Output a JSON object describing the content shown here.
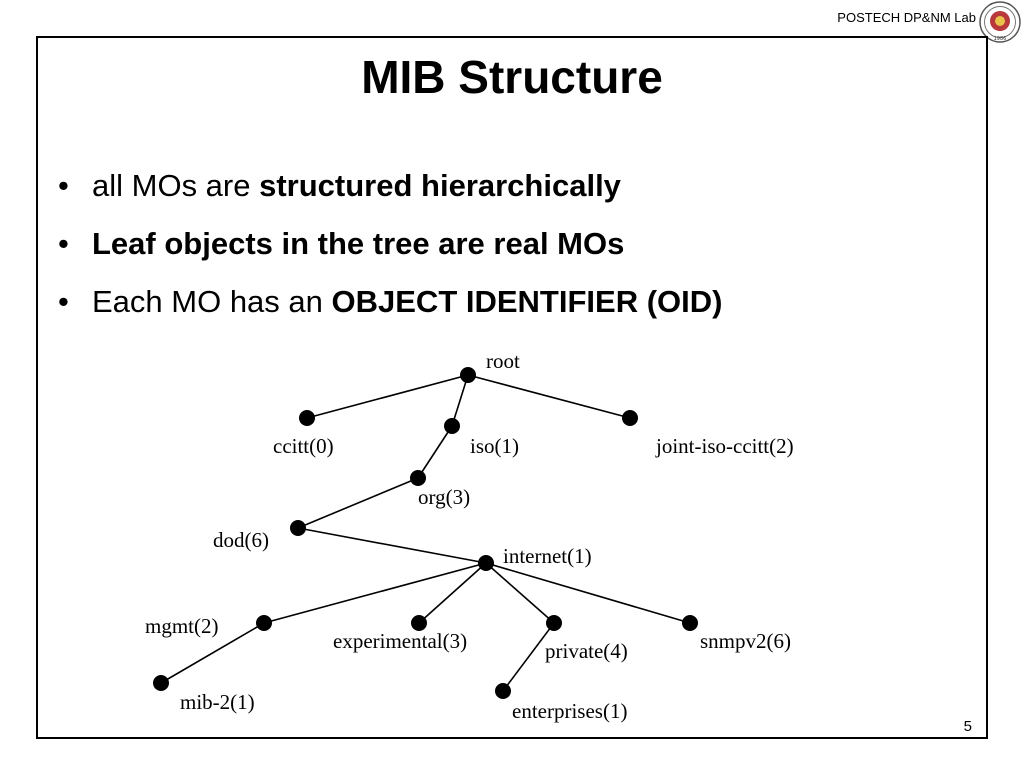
{
  "header": {
    "lab_name": "POSTECH DP&NM Lab",
    "logo_text": "1986"
  },
  "slide": {
    "title": "MIB Structure",
    "bullet_glyph": "•",
    "bullets": [
      {
        "normal": "all MOs are ",
        "bold": "structured hierarchically"
      },
      {
        "normal": "",
        "bold": "Leaf objects in the tree are real MOs"
      },
      {
        "normal": "Each MO has an ",
        "bold": "OBJECT IDENTIFIER (OID)"
      }
    ],
    "page_number": "5"
  },
  "tree": {
    "nodes": [
      {
        "id": "root",
        "label": "root"
      },
      {
        "id": "ccitt",
        "label": "ccitt(0)"
      },
      {
        "id": "iso",
        "label": "iso(1)"
      },
      {
        "id": "joint",
        "label": "joint-iso-ccitt(2)"
      },
      {
        "id": "org",
        "label": "org(3)"
      },
      {
        "id": "dod",
        "label": "dod(6)"
      },
      {
        "id": "internet",
        "label": "internet(1)"
      },
      {
        "id": "mgmt",
        "label": "mgmt(2)"
      },
      {
        "id": "experimental",
        "label": "experimental(3)"
      },
      {
        "id": "private",
        "label": "private(4)"
      },
      {
        "id": "snmpv2",
        "label": "snmpv2(6)"
      },
      {
        "id": "mib2",
        "label": "mib-2(1)"
      },
      {
        "id": "enterprises",
        "label": "enterprises(1)"
      }
    ],
    "edges": [
      [
        "root",
        "ccitt"
      ],
      [
        "root",
        "iso"
      ],
      [
        "root",
        "joint"
      ],
      [
        "iso",
        "org"
      ],
      [
        "org",
        "dod"
      ],
      [
        "dod",
        "internet"
      ],
      [
        "internet",
        "mgmt"
      ],
      [
        "internet",
        "experimental"
      ],
      [
        "internet",
        "private"
      ],
      [
        "internet",
        "snmpv2"
      ],
      [
        "mgmt",
        "mib2"
      ],
      [
        "private",
        "enterprises"
      ]
    ]
  }
}
